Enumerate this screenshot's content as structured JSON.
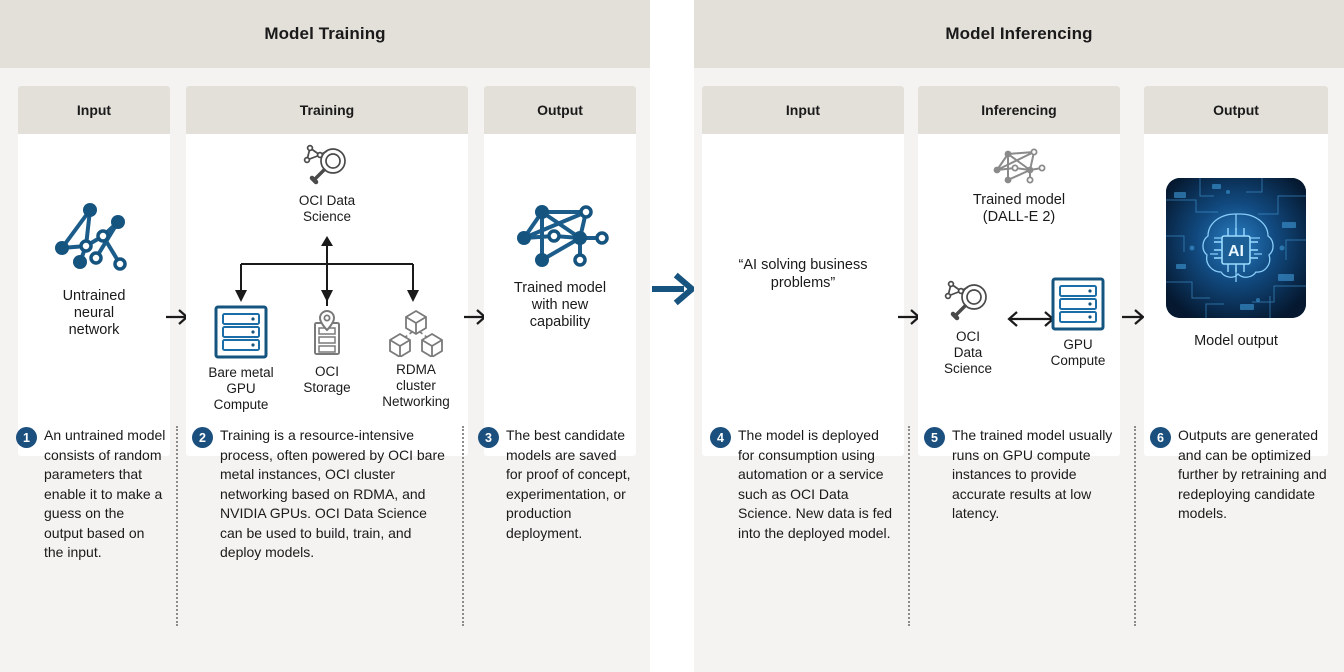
{
  "panels": [
    {
      "id": "model-training",
      "title": "Model Training",
      "columns": [
        {
          "id": "input",
          "header": "Input"
        },
        {
          "id": "training",
          "header": "Training"
        },
        {
          "id": "output",
          "header": "Output"
        }
      ],
      "nodes": {
        "untrained": {
          "label": "Untrained\nneural\nnetwork",
          "icon": "neural-network-icon"
        },
        "datascience": {
          "label": "OCI Data\nScience",
          "icon": "magnifier-network-icon"
        },
        "baremetal": {
          "label": "Bare metal\nGPU\nCompute",
          "icon": "server-rack-icon"
        },
        "storage": {
          "label": "OCI\nStorage",
          "icon": "storage-pin-icon"
        },
        "rdma": {
          "label": "RDMA\ncluster\nNetworking",
          "icon": "cubes-cluster-icon"
        },
        "trained": {
          "label": "Trained model\nwith new\ncapability",
          "icon": "neural-network-icon"
        }
      },
      "captions": [
        {
          "number": "1",
          "text": "An untrained model consists of random parameters that enable it to make a guess on the output based on the input."
        },
        {
          "number": "2",
          "text": "Training is a resource-intensive process, often powered by OCI bare metal instances, OCI cluster networking based on RDMA, and NVIDIA GPUs. OCI Data Science can be used to build, train, and deploy models."
        },
        {
          "number": "3",
          "text": "The best candidate models are saved for proof of concept, experimentation, or production deployment."
        }
      ]
    },
    {
      "id": "model-inferencing",
      "title": "Model Inferencing",
      "columns": [
        {
          "id": "input",
          "header": "Input"
        },
        {
          "id": "inferencing",
          "header": "Inferencing"
        },
        {
          "id": "output",
          "header": "Output"
        }
      ],
      "nodes": {
        "prompt": {
          "label": "“AI solving business problems”"
        },
        "trainedmodel": {
          "label": "Trained model\n(DALL-E 2)",
          "icon": "neural-network-gray-icon"
        },
        "datascience": {
          "label": "OCI\nData\nScience",
          "icon": "magnifier-network-icon"
        },
        "gpucompute": {
          "label": "GPU\nCompute",
          "icon": "server-rack-icon"
        },
        "modeloutput": {
          "label": "Model output",
          "icon": "ai-circuit-image"
        }
      },
      "captions": [
        {
          "number": "4",
          "text": "The model is deployed for consumption using automation or a service such as OCI Data Science. New data is fed into the deployed model."
        },
        {
          "number": "5",
          "text": "The trained model usually runs on GPU compute instances to provide accurate results at low latency."
        },
        {
          "number": "6",
          "text": "Outputs are generated and can be optimized further by retraining and redeploying candidate models."
        }
      ]
    }
  ],
  "connector": {
    "icon": "right-arrow-icon"
  },
  "colors": {
    "header_bg": "#e3dfd9",
    "panel_bg": "#f5f3f1",
    "accent_blue": "#1b4f7e",
    "icon_gray": "#7a7a7a",
    "text": "#1a1a1a"
  }
}
